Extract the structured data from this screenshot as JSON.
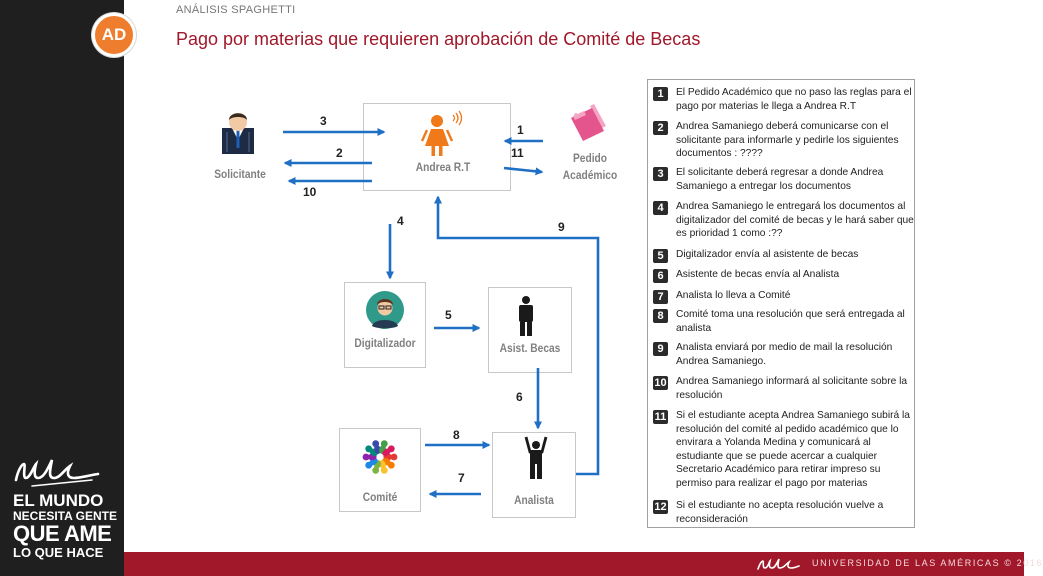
{
  "header": {
    "badge": "AD",
    "section": "ANÁLISIS SPAGHETTI",
    "title": "Pago por materias que requieren aprobación de Comité de Becas"
  },
  "sidebar": {
    "slogan": [
      "EL MUNDO",
      "NECESITA GENTE",
      "QUE AME",
      "LO QUE HACE"
    ]
  },
  "footer": {
    "text": "UNIVERSIDAD DE LAS AMÉRICAS © 2016"
  },
  "diagram": {
    "nodes": {
      "solicitante": "Solicitante",
      "andrea": "Andrea R.T",
      "pedido": [
        "Pedido",
        "Académico"
      ],
      "digitalizador": "Digitalizador",
      "asistente": "Asist. Becas",
      "comite": "Comité",
      "analista": "Analista"
    },
    "arrow_numbers": {
      "n1": "1",
      "n2": "2",
      "n3": "3",
      "n4": "4",
      "n5": "5",
      "n6": "6",
      "n7": "7",
      "n8": "8",
      "n9": "9",
      "n10": "10",
      "n11": "11"
    },
    "colors": {
      "arrow": "#1f6fc5",
      "accent": "#a0182a",
      "badge": "#ee7d2e"
    }
  },
  "steps": [
    {
      "num": "1",
      "text": "El Pedido Académico que no paso las reglas para el pago por materias le llega a Andrea R.T"
    },
    {
      "num": "2",
      "text": "Andrea Samaniego deberá comunicarse con el solicitante para informarle y pedirle los siguientes documentos : ????"
    },
    {
      "num": "3",
      "text": "El solicitante deberá regresar a donde Andrea Samaniego a entregar los documentos"
    },
    {
      "num": "4",
      "text": "Andrea Samaniego le entregará los documentos al digitalizador del comité de becas y le hará saber que es prioridad 1 como :??"
    },
    {
      "num": "5",
      "text": "Digitalizador envía al asistente de becas"
    },
    {
      "num": "6",
      "text": "Asistente de becas envía al Analista"
    },
    {
      "num": "7",
      "text": "Analista lo lleva a Comité"
    },
    {
      "num": "8",
      "text": "Comité toma una resolución que será entregada al analista"
    },
    {
      "num": "9",
      "text": "Analista enviará por medio de mail la resolución Andrea Samaniego."
    },
    {
      "num": "10",
      "text": "Andrea Samaniego informará al solicitante sobre la resolución"
    },
    {
      "num": "11",
      "text": "Si el estudiante acepta Andrea Samaniego subirá la resolución del comité al pedido académico que lo envirara a Yolanda Medina  y comunicará al estudiante que se puede acercar a cualquier Secretario Académico para retirar impreso su permiso para realizar el pago por materias"
    },
    {
      "num": "12",
      "text": "Si el estudiante no acepta resolución vuelve a reconsideración"
    }
  ]
}
